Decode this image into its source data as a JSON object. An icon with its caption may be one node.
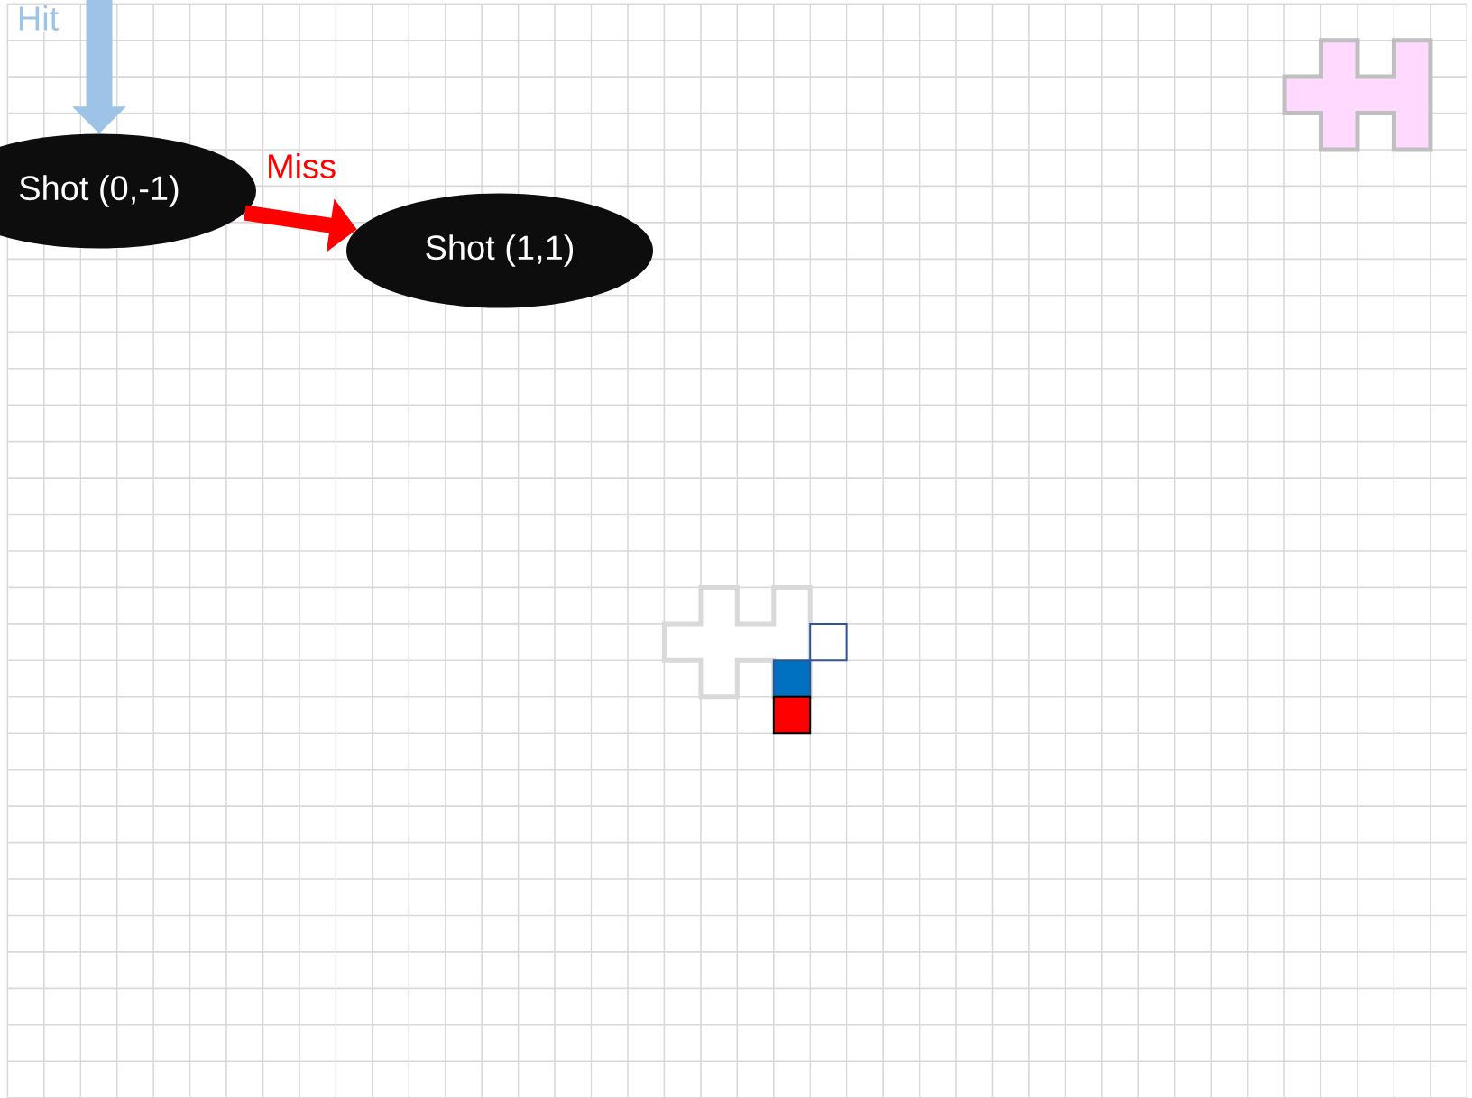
{
  "diagram": {
    "nodes": [
      {
        "text": [
          "Shot (0,-1)"
        ]
      },
      {
        "text": [
          "Shot (1,1)"
        ]
      }
    ],
    "edges": [
      {
        "from": null,
        "to": 0,
        "arrow": "to",
        "label": "Hit",
        "color": "#9dc3e6"
      },
      {
        "from": 0,
        "to": 1,
        "arrow": "to",
        "label": "Miss",
        "color": "#ff0000"
      }
    ]
  }
}
